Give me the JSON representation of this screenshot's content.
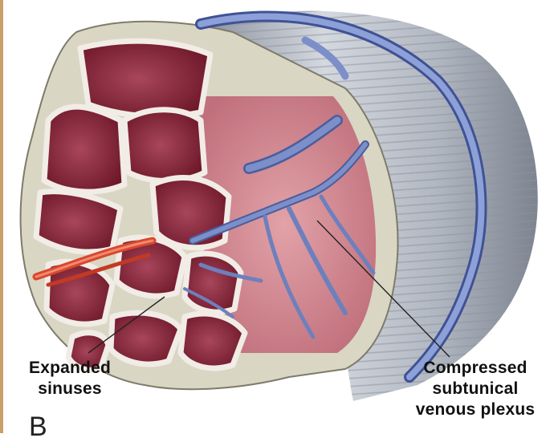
{
  "labels": {
    "expanded": [
      "Expanded",
      "sinuses"
    ],
    "compressed": [
      "Compressed",
      "subtunical",
      "venous plexus"
    ]
  },
  "panel_letter": "B",
  "colors": {
    "frame": "#c9a06a",
    "tunica": "#d9d6c4",
    "sinus_dark": "#7d1f32",
    "sinus_mid": "#a43a52",
    "trabecula": "#f1ece6",
    "vein": "#7c8fc9",
    "vein_dark": "#4a5d9d",
    "artery": "#d9472e",
    "cylinder": "#b9bec8",
    "inner_pink": "#d98b94"
  },
  "icons": [
    "corpus-cavernosum-illustration"
  ]
}
